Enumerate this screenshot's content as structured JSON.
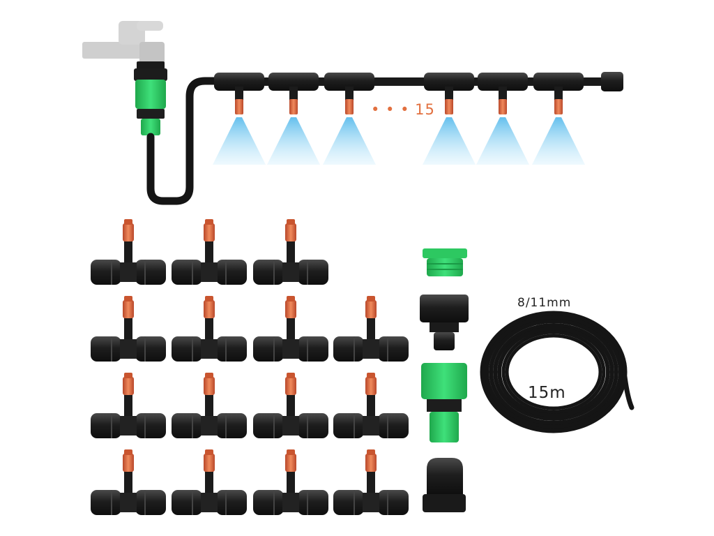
{
  "labels": {
    "nozzle_count": "• • • 15",
    "tube_size": "8/11mm",
    "tube_length": "15m"
  },
  "colors": {
    "fitting_black": "#1c1c1c",
    "fitting_edge": "#3a3a3a",
    "nozzle_orange": "#d9603a",
    "connector_green": "#2fcf64",
    "mist_blue": "#6fc3ef",
    "faucet_gray": "#cccccc"
  },
  "components": {
    "tee_fitting_rows": 4,
    "tee_fittings_shown": 15,
    "mist_nozzles_in_line": 6
  },
  "icons": [
    "faucet-icon",
    "quick-connector-icon",
    "mist-spray-icon",
    "tee-fitting-icon",
    "thread-adapter-icon",
    "end-plug-icon",
    "hose-coil-icon"
  ]
}
